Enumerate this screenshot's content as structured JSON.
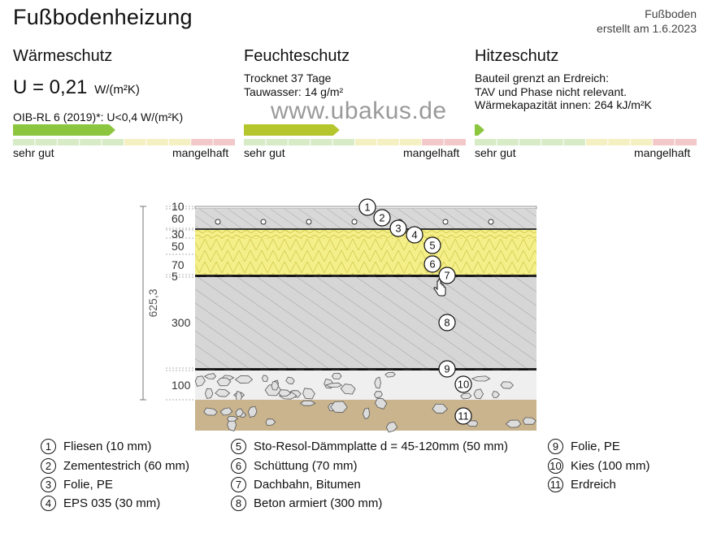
{
  "page": {
    "title": "Fußbodenheizung",
    "component_type": "Fußboden",
    "created": "erstellt am 1.6.2023",
    "watermark": "www.ubakus.de"
  },
  "colors": {
    "bar_good": "#8cc63f",
    "bar_medium": "#b5c62d",
    "scale_green": "#d7ebc6",
    "scale_yellow": "#f5f0c2",
    "scale_red": "#f3c8c8",
    "insulation": "#f5ef8a",
    "screed": "#d8d8d8",
    "gravel": "#efefef",
    "soil": "#c9b48e"
  },
  "sections": {
    "heat": {
      "heading": "Wärmeschutz",
      "u_label": "U = 0,21",
      "u_unit": "W/(m²K)",
      "requirement": "OIB-RL 6 (2019)*: U<0,4 W/(m²K)",
      "rating": 0.46,
      "scale_good": "sehr gut",
      "scale_bad": "mangelhaft"
    },
    "moisture": {
      "heading": "Feuchteschutz",
      "line1": "Trocknet 37 Tage",
      "line2": "Tauwasser: 14 g/m²",
      "rating": 0.43,
      "scale_good": "sehr gut",
      "scale_bad": "mangelhaft"
    },
    "summer": {
      "heading": "Hitzeschutz",
      "line1": "Bauteil grenzt an Erdreich:",
      "line2": "TAV und Phase nicht relevant.",
      "line3": "Wärmekapazität innen: 264 kJ/m²K",
      "rating": 0.04,
      "scale_good": "sehr gut",
      "scale_bad": "mangelhaft"
    }
  },
  "diagram": {
    "total_thickness": "625,3",
    "dims": [
      "10",
      "60",
      "30",
      "50",
      "70",
      "5",
      "300",
      "100"
    ],
    "markers": [
      "1",
      "2",
      "3",
      "4",
      "5",
      "6",
      "7",
      "8",
      "9",
      "10",
      "11"
    ]
  },
  "legend": [
    {
      "num": "1",
      "label": "Fliesen (10 mm)"
    },
    {
      "num": "2",
      "label": "Zementestrich (60 mm)"
    },
    {
      "num": "3",
      "label": "Folie, PE"
    },
    {
      "num": "4",
      "label": "EPS 035 (30 mm)"
    },
    {
      "num": "5",
      "label": "Sto-Resol-Dämmplatte d = 45-120mm (50 mm)"
    },
    {
      "num": "6",
      "label": "Schüttung (70 mm)"
    },
    {
      "num": "7",
      "label": "Dachbahn, Bitumen"
    },
    {
      "num": "8",
      "label": "Beton armiert (300 mm)"
    },
    {
      "num": "9",
      "label": "Folie, PE"
    },
    {
      "num": "10",
      "label": "Kies (100 mm)"
    },
    {
      "num": "11",
      "label": "Erdreich"
    }
  ]
}
